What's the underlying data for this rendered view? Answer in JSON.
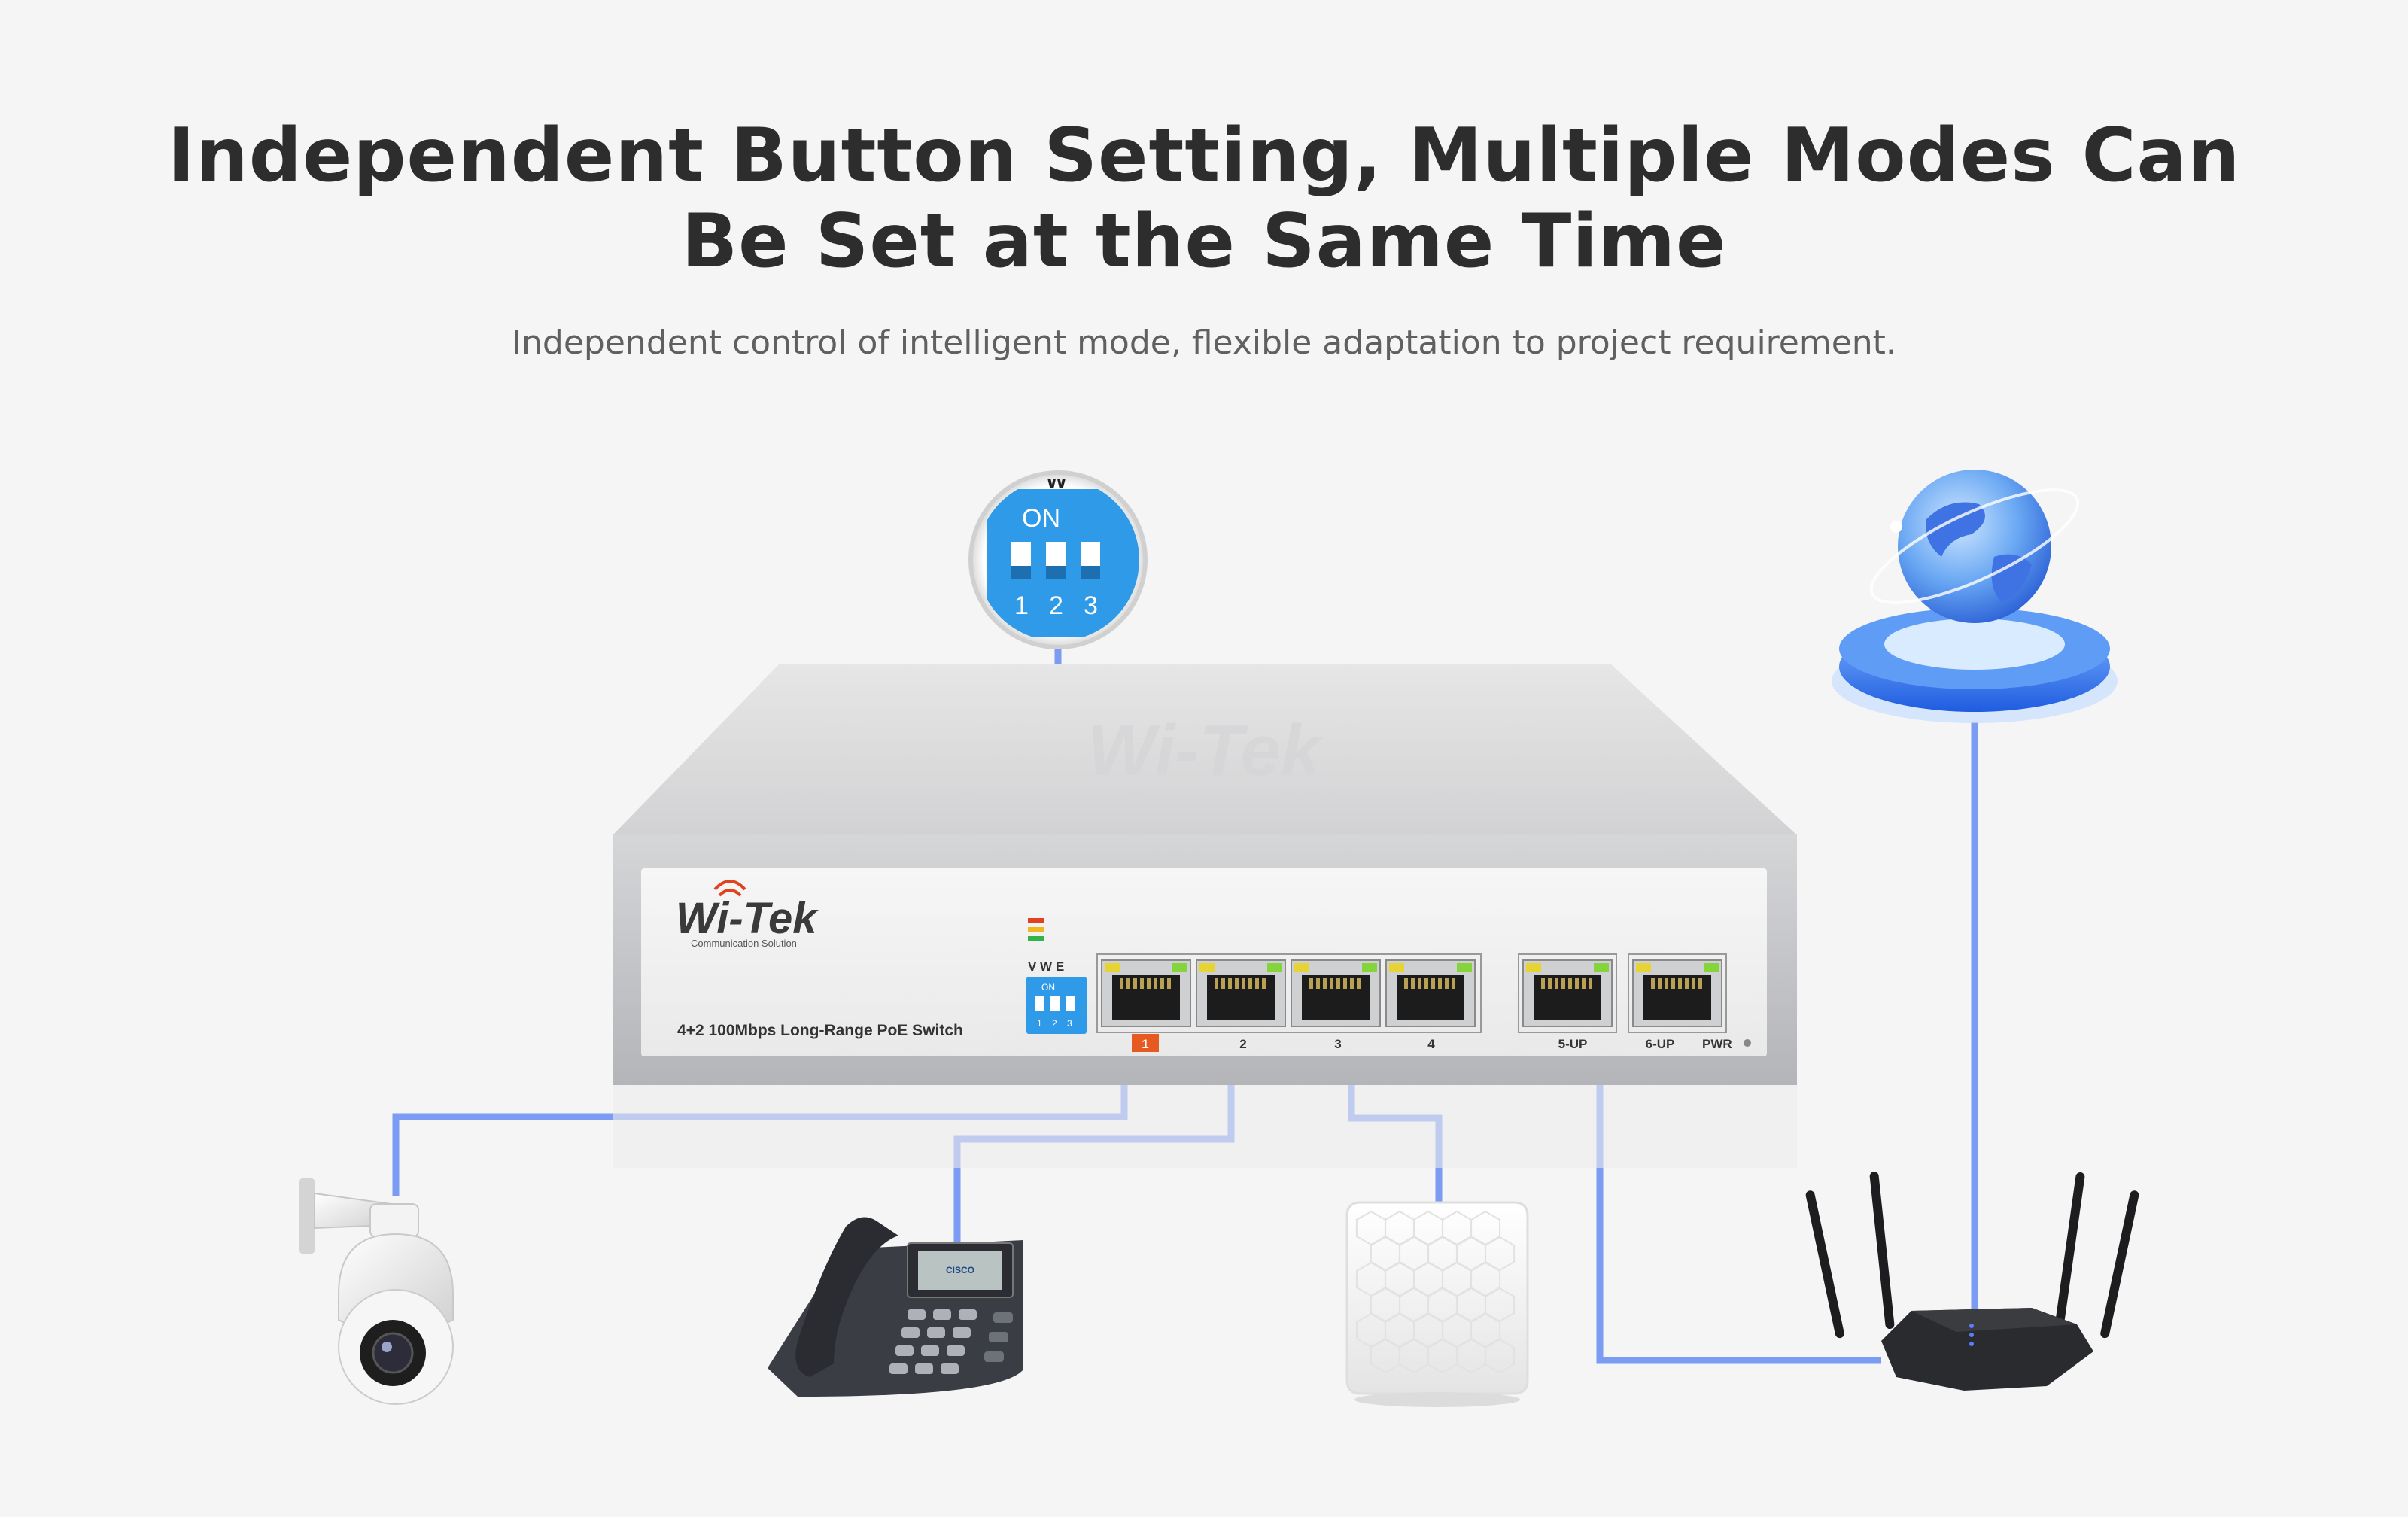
{
  "headline": {
    "line1": "Independent Button Setting, Multiple Modes Can",
    "line2": "Be Set at the Same Time"
  },
  "subheadline": "Independent control of intelligent mode, flexible adaptation to project requirement.",
  "switch": {
    "brand": "Wi-Tek",
    "brand_tagline": "Communication Solution",
    "model_label": "4+2 100Mbps Long-Range PoE Switch",
    "dip_header": "V   W   E",
    "dip_on": "ON",
    "dip_numbers": [
      "1",
      "2",
      "3"
    ],
    "ports": [
      "1",
      "2",
      "3",
      "4",
      "5-UP",
      "6-UP"
    ],
    "pwr_label": "PWR"
  },
  "callout": {
    "top_letter": "W",
    "on_label": "ON",
    "numbers": [
      "1",
      "2",
      "3"
    ]
  },
  "devices": {
    "phone_brand": "CISCO"
  },
  "colors": {
    "cable": "#7b9cf2",
    "background": "#f5f5f5",
    "dip_blue": "#2f9be8",
    "headline": "#2d2d2d",
    "subheadline": "#606060",
    "globe_blue": "#3a6fe0"
  }
}
